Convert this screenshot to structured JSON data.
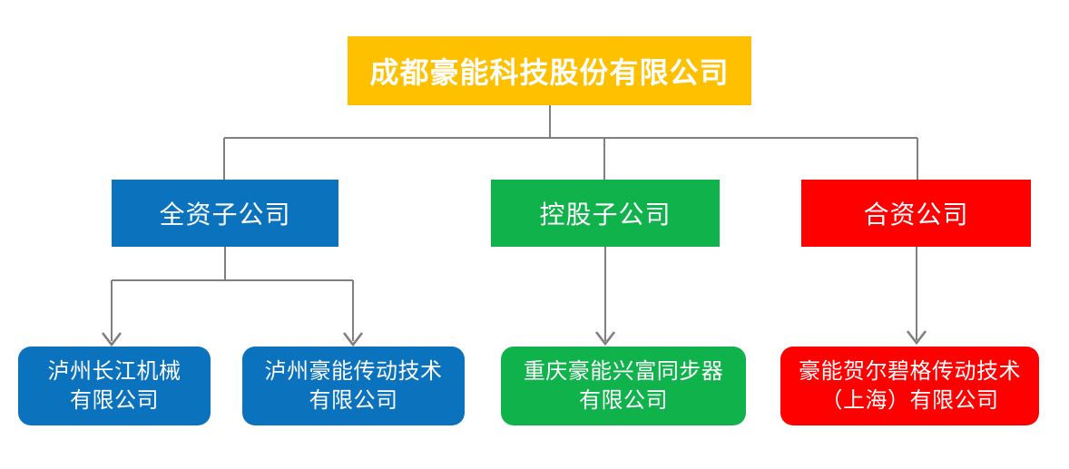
{
  "colors": {
    "background": "#FFFFFF",
    "root_fill": "#FFC000",
    "wholly_owned_fill": "#0B72BE",
    "holding_fill": "#10B24C",
    "joint_venture_fill": "#FE0000",
    "connector_line": "#7F7F7F",
    "text_color": "#FFFFFF"
  },
  "org_chart": {
    "root": {
      "label": "成都豪能科技股份有限公司"
    },
    "categories": [
      {
        "id": "wholly-owned-subsidiary",
        "label": "全资子公司"
      },
      {
        "id": "holding-subsidiary",
        "label": "控股子公司"
      },
      {
        "id": "joint-venture",
        "label": "合资公司"
      }
    ],
    "subsidiaries": [
      {
        "category": "全资子公司",
        "line1": "泸州长江机械",
        "line2": "有限公司",
        "full_name": "泸州长江机械有限公司"
      },
      {
        "category": "全资子公司",
        "line1": "泸州豪能传动技术",
        "line2": "有限公司",
        "full_name": "泸州豪能传动技术有限公司"
      },
      {
        "category": "控股子公司",
        "line1": "重庆豪能兴富同步器",
        "line2": "有限公司",
        "full_name": "重庆豪能兴富同步器有限公司"
      },
      {
        "category": "合资公司",
        "line1": "豪能贺尔碧格传动技术",
        "line2": "（上海）有限公司",
        "full_name": "豪能贺尔碧格传动技术（上海）有限公司"
      }
    ]
  }
}
